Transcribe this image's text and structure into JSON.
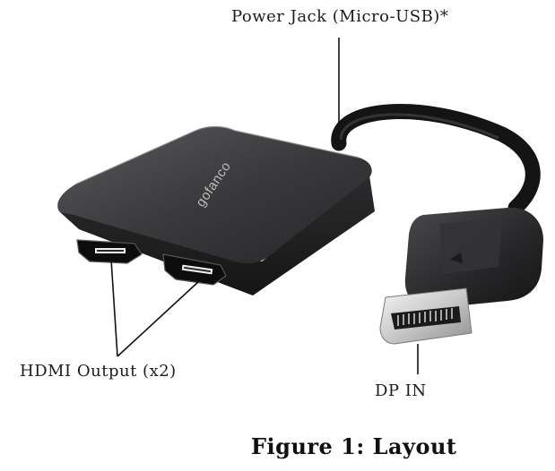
{
  "labels": {
    "power_jack": "Power Jack (Micro-USB)*",
    "hdmi_output": "HDMI Output (x2)",
    "dp_in": "DP IN"
  },
  "device": {
    "brand_logo": "gofanco"
  },
  "caption": "Figure 1: Layout"
}
